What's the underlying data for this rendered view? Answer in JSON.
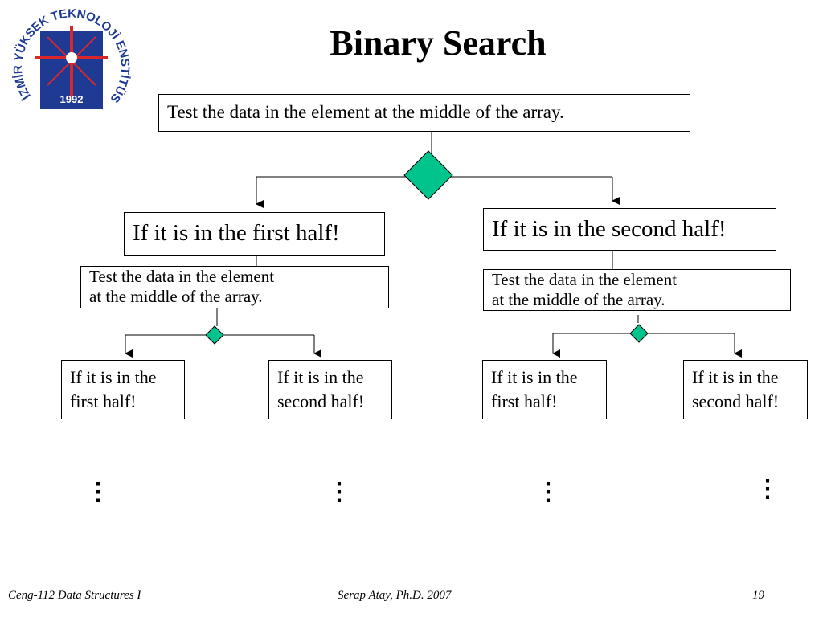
{
  "logo": {
    "arc_text": "İZMİR YÜKSEK TEKNOLOJİ ENSTİTÜSÜ",
    "year": "1992"
  },
  "title": "Binary Search",
  "top_box": "Test the data in the element at the middle of the array.",
  "first_half_box": "If it is in the first half!",
  "second_half_box": "If it is in the second half!",
  "sub_box_left": "Test the data in the element\nat the middle of the array.",
  "sub_box_right": "Test the data in the element\nat the middle of the array.",
  "leaves": [
    "If it is in the\nfirst half!",
    "If it is in the\nsecond half!",
    "If it is in the\nfirst half!",
    "If it is in the\nsecond half!"
  ],
  "ellipsis": "⋮",
  "footer": {
    "course": "Ceng-112 Data Structures I",
    "author": "Serap Atay, Ph.D. 2007",
    "page": "19"
  },
  "colors": {
    "diamond": "#00c48c",
    "logo_blue": "#1f3a93",
    "logo_red": "#d9262b"
  }
}
